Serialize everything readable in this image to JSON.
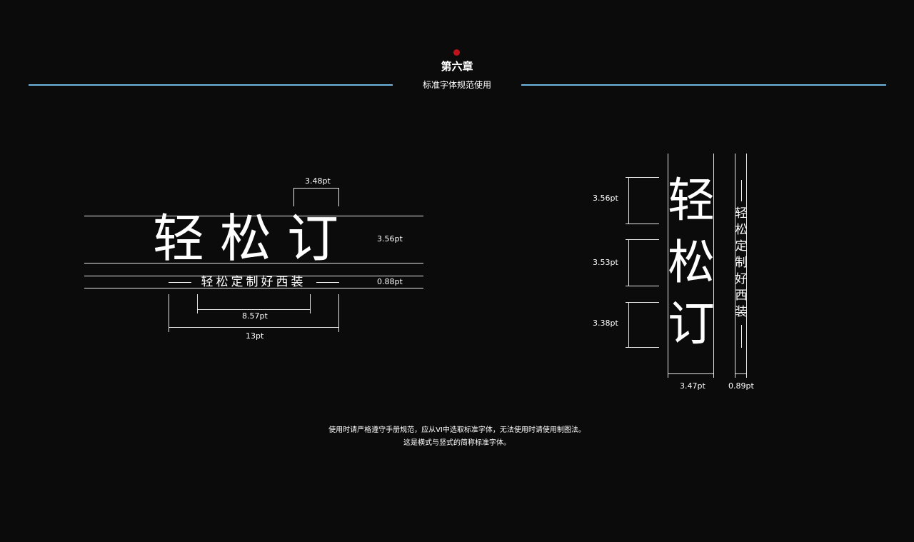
{
  "header": {
    "chapter": "第六章",
    "subtitle": "标准字体规范使用",
    "accent_color": "#6fb6e0",
    "dot_color": "#c0121b"
  },
  "horizontal": {
    "logo": "轻松订",
    "slogan": "轻松定制好西装",
    "dim_top_width": "3.48pt",
    "dim_logo_height": "3.56pt",
    "dim_slogan_height": "0.88pt",
    "dim_slogan_width": "8.57pt",
    "dim_total_width": "13pt"
  },
  "vertical": {
    "logo_chars": [
      "轻",
      "松",
      "订"
    ],
    "slogan_chars": [
      "轻",
      "松",
      "定",
      "制",
      "好",
      "西",
      "装"
    ],
    "dim_char1": "3.56pt",
    "dim_char2": "3.53pt",
    "dim_char3": "3.38pt",
    "dim_logo_width": "3.47pt",
    "dim_slogan_width": "0.89pt"
  },
  "notes": {
    "line1": "使用时请严格遵守手册规范，应从VI中选取标准字体，无法使用时请使用制图法。",
    "line2": "这是横式与竖式的简称标准字体。"
  }
}
